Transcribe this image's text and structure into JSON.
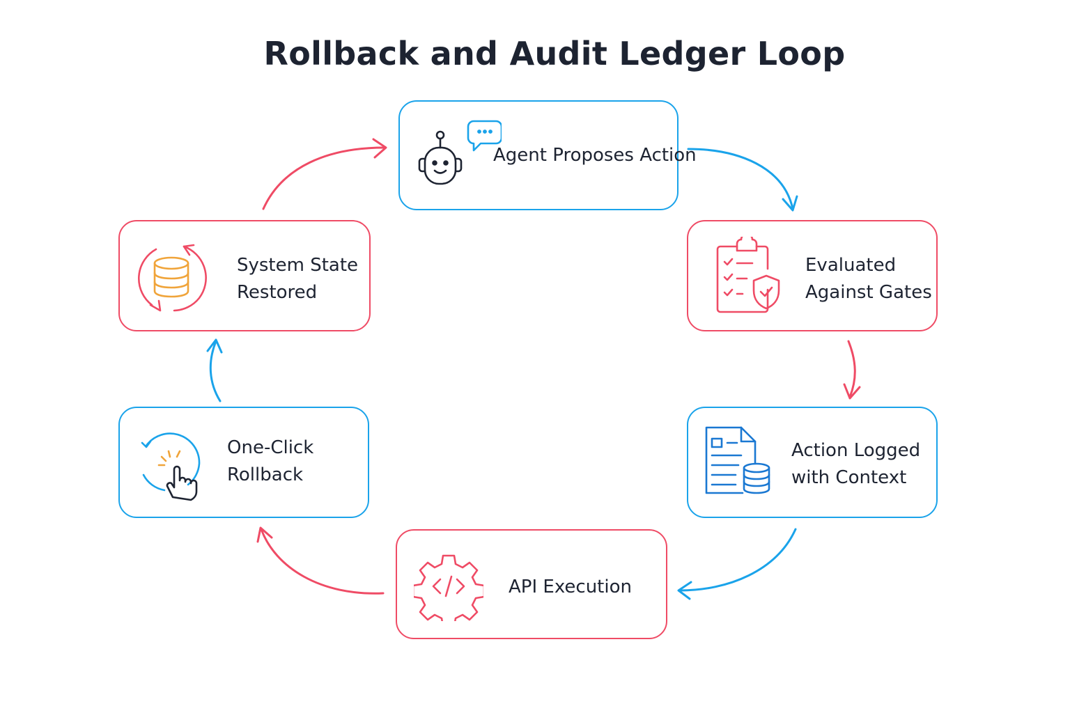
{
  "title": "Rollback and Audit Ledger Loop",
  "colors": {
    "blue": "#1aa3ea",
    "red": "#ef4b65",
    "orange": "#f0a43a",
    "text": "#1d2331"
  },
  "nodes": {
    "agent": {
      "lines": [
        "Agent Proposes Action"
      ],
      "icon": "robot-chat-icon",
      "color": "blue"
    },
    "evaluated": {
      "lines": [
        "Evaluated",
        "Against Gates"
      ],
      "icon": "checklist-shield-icon",
      "color": "red"
    },
    "logged": {
      "lines": [
        "Action Logged",
        "with Context"
      ],
      "icon": "document-database-icon",
      "color": "blue"
    },
    "api": {
      "lines": [
        "API Execution"
      ],
      "icon": "gear-code-icon",
      "color": "red"
    },
    "rollback": {
      "lines": [
        "One-Click",
        "Rollback"
      ],
      "icon": "hand-click-rollback-icon",
      "color": "blue"
    },
    "restored": {
      "lines": [
        "System State",
        "Restored"
      ],
      "icon": "database-cycle-icon",
      "color": "red"
    }
  }
}
